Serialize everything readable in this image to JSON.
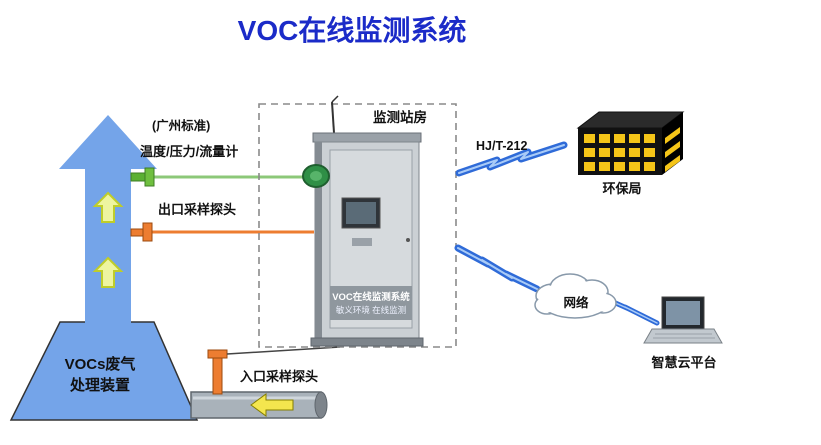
{
  "title": "VOC在线监测系统",
  "colors": {
    "title": "#1B2BC8",
    "stack_blue": "#74A4E9",
    "green_line": "#8CC878",
    "orange": "#ED7D31",
    "lightning": "#2F6BD8",
    "window_yellow": "#F5C518"
  },
  "stack": {
    "standard_label": "(广州标准)",
    "meter_label": "温度/压力/流量计",
    "outlet_probe_label": "出口采样探头",
    "inlet_probe_label": "入口采样探头",
    "treatment_line1": "VOCs废气",
    "treatment_line2": "处理装置"
  },
  "station": {
    "room_label": "监测站房",
    "cabinet_line1": "VOC在线监测系统",
    "cabinet_line2": "敏义环境 在线监测"
  },
  "right": {
    "protocol_label": "HJ/T-212",
    "epa_label": "环保局",
    "network_label": "网络",
    "cloud_platform_label": "智慧云平台"
  }
}
